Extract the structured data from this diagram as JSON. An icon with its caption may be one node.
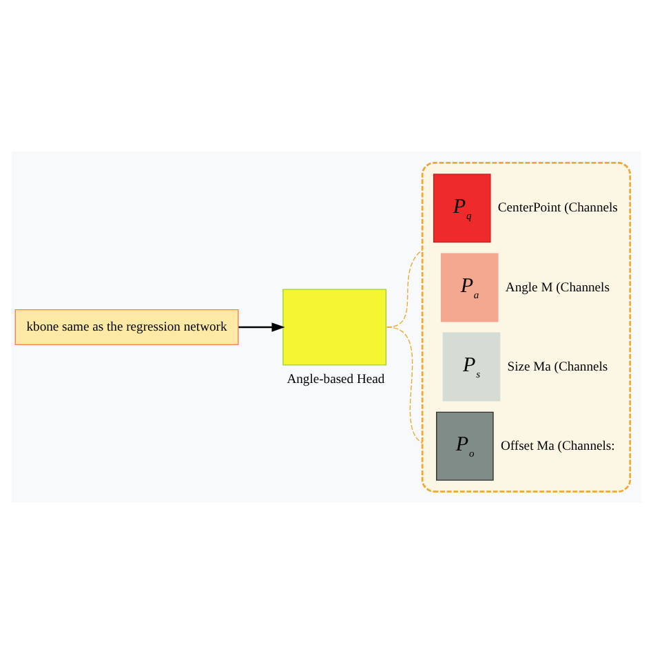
{
  "diagram": {
    "nodes": [
      {
        "text": [
          "kbone same as the regression network"
        ]
      },
      {
        "text": [],
        "shape": "box",
        "beside": [
          "Angle-based Head"
        ]
      },
      {
        "text": [],
        "shape": "box"
      },
      {
        "text": [
          "P$_{q}$"
        ],
        "in": 2,
        "beside": [
          "CenterPoint (Channels"
        ]
      },
      {
        "text": [
          "P$_{a}$"
        ],
        "in": 2,
        "beside": [
          "Angle M (Channels"
        ]
      },
      {
        "text": [
          "P$_{s}$"
        ],
        "in": 2,
        "beside": [
          "Size Ma (Channels"
        ]
      },
      {
        "text": [
          "P$_{o}$"
        ],
        "in": 2,
        "beside": [
          "Offset Ma (Channels:"
        ]
      }
    ],
    "edges": [
      {
        "from": 0,
        "to": 1,
        "arrow": "to",
        "color": "#000000"
      },
      {
        "from": 1,
        "to": 2,
        "arrow": "none",
        "style": "dashed",
        "color": "#f0a830"
      },
      {
        "from": 1,
        "to": 2,
        "arrow": "none",
        "style": "dashed",
        "color": "#f0a830"
      }
    ]
  }
}
